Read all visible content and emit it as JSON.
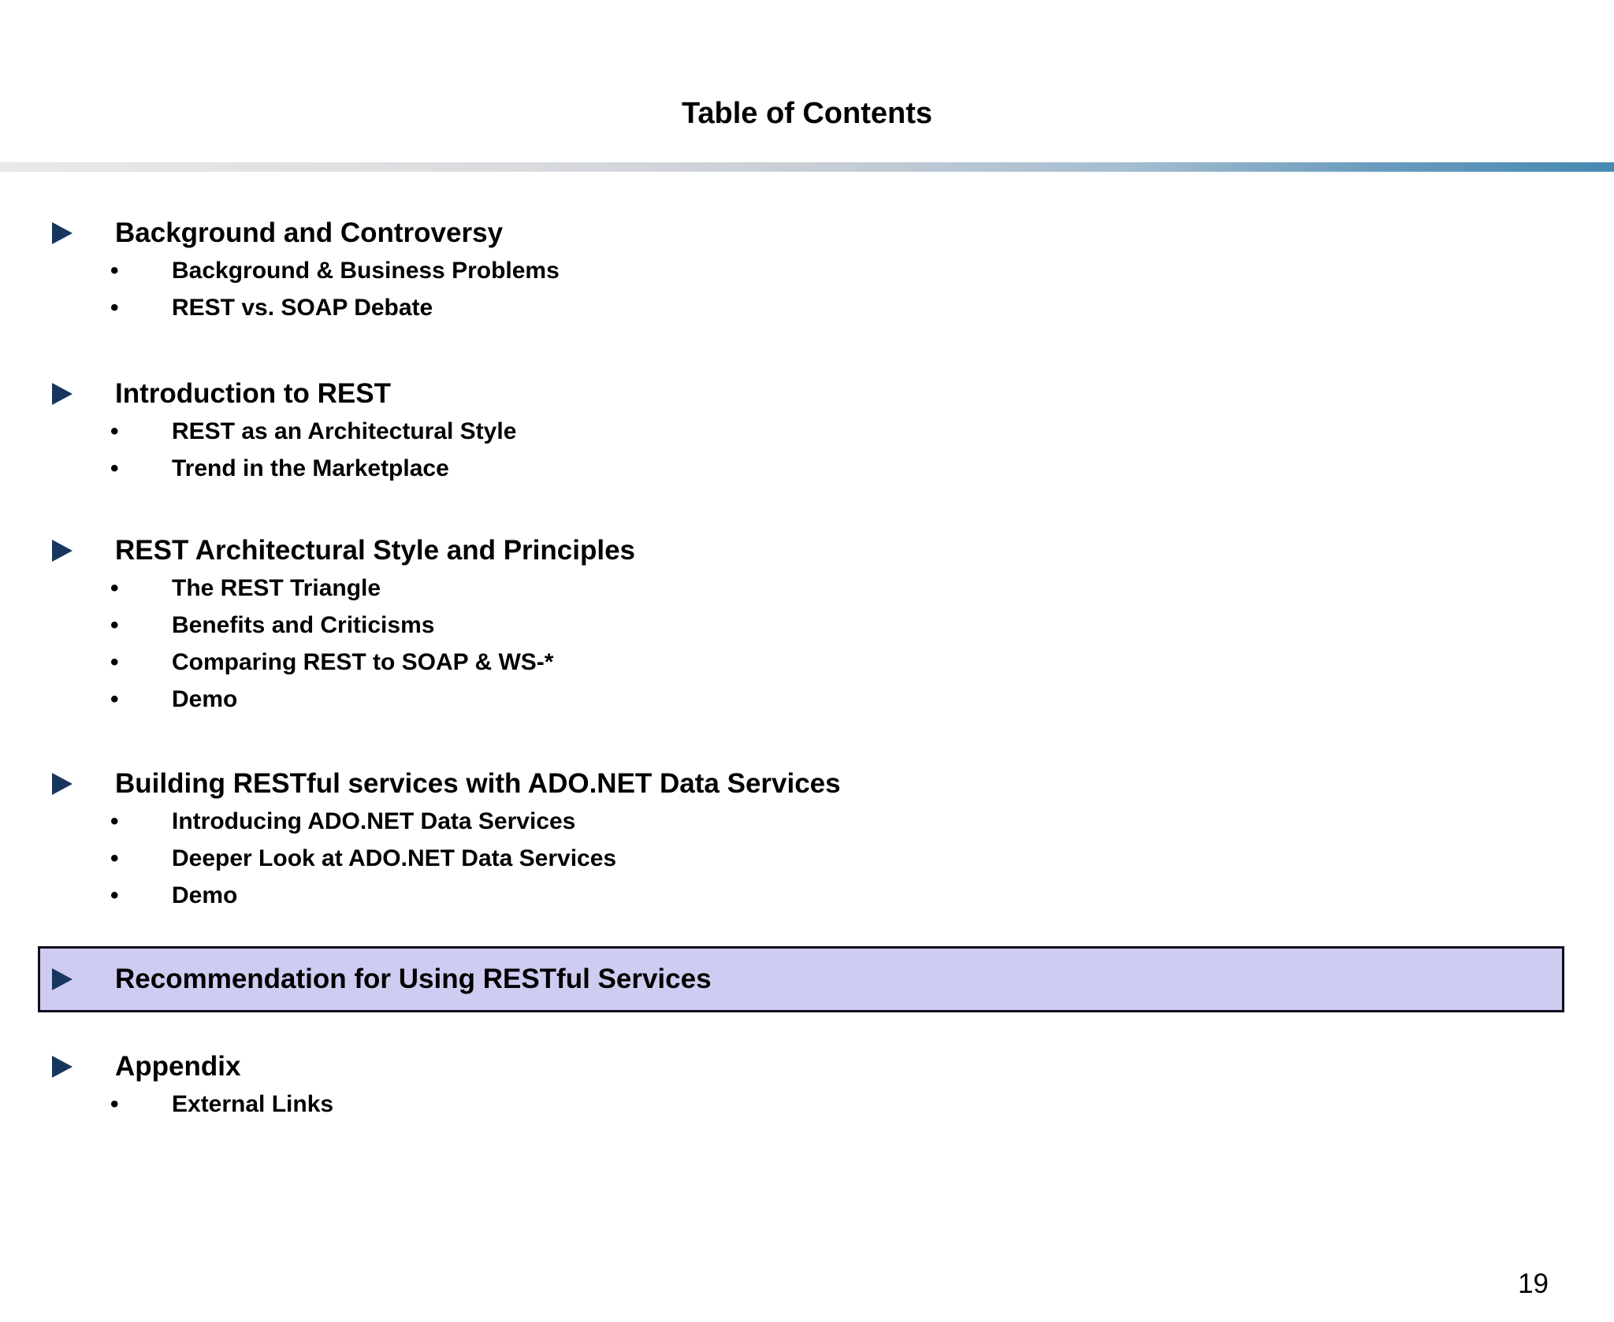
{
  "slide": {
    "title": "Table of Contents",
    "page_number": "19",
    "colors": {
      "arrow": "#17365d",
      "text": "#000000",
      "highlight_fill": "#cfccf2",
      "highlight_border": "#0d0d1f",
      "divider_gradient_left": "#e9e9e9",
      "divider_gradient_right": "#4689b3"
    }
  },
  "toc": {
    "bullet_char": "•",
    "sections": [
      {
        "label": "Background and Controversy",
        "subitems": [
          "Background & Business Problems",
          "REST vs. SOAP Debate"
        ]
      },
      {
        "label": "Introduction to REST",
        "subitems": [
          "REST as an Architectural Style",
          "Trend in the Marketplace"
        ]
      },
      {
        "label": "REST Architectural Style and Principles",
        "subitems": [
          "The REST Triangle",
          "Benefits and Criticisms",
          "Comparing REST to SOAP & WS-*",
          "Demo"
        ]
      },
      {
        "label": "Building RESTful services with ADO.NET Data Services",
        "subitems": [
          "Introducing ADO.NET Data Services",
          "Deeper Look at ADO.NET Data Services",
          "Demo"
        ]
      },
      {
        "label": "Recommendation for Using RESTful Services",
        "highlighted": true,
        "subitems": []
      },
      {
        "label": "Appendix",
        "subitems": [
          "External Links"
        ]
      }
    ]
  }
}
